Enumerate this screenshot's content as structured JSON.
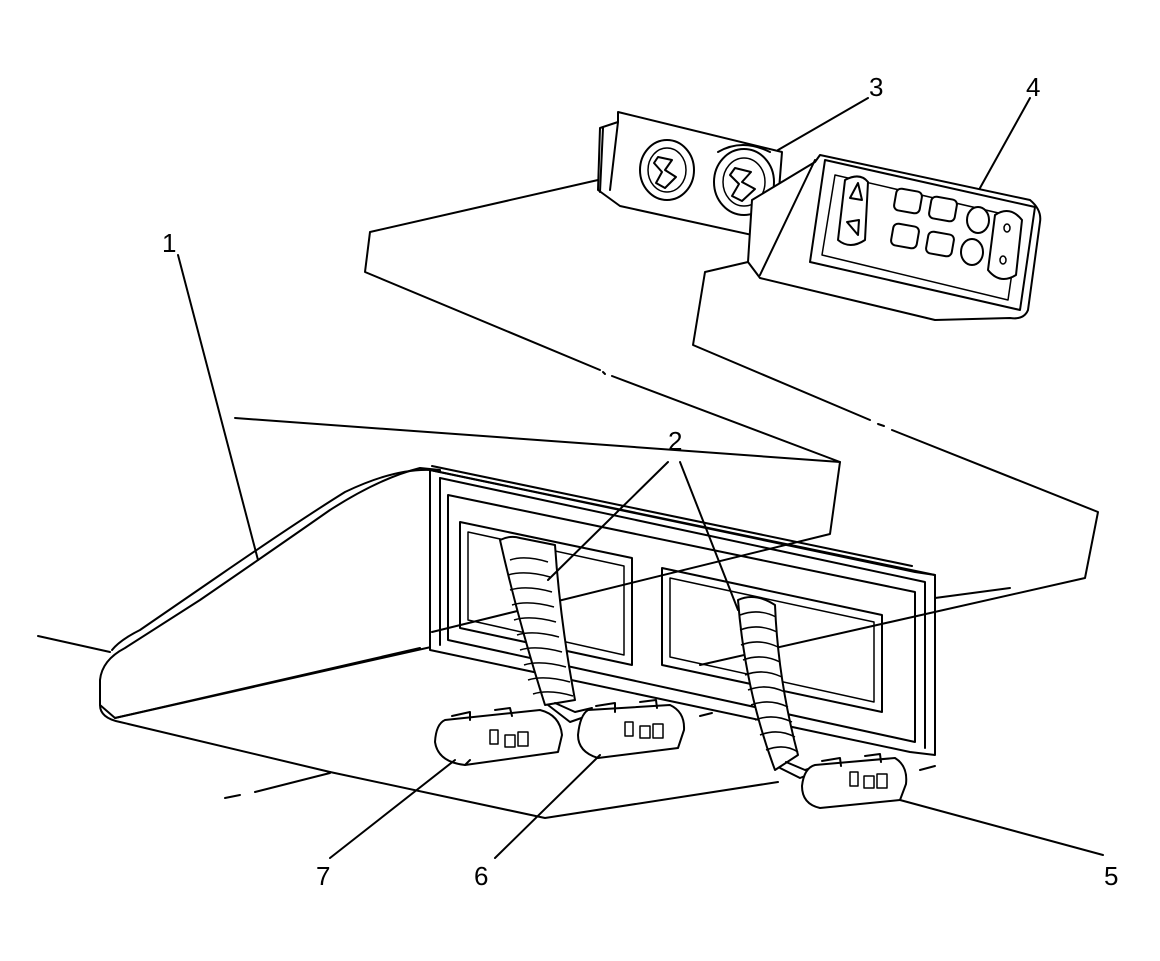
{
  "figure": {
    "background": "#ffffff",
    "line_color": "#000000"
  },
  "callouts": [
    {
      "id": "1",
      "label": "1"
    },
    {
      "id": "2",
      "label": "2"
    },
    {
      "id": "3",
      "label": "3"
    },
    {
      "id": "4",
      "label": "4"
    },
    {
      "id": "5",
      "label": "5"
    },
    {
      "id": "6",
      "label": "6"
    },
    {
      "id": "7",
      "label": "7"
    }
  ]
}
